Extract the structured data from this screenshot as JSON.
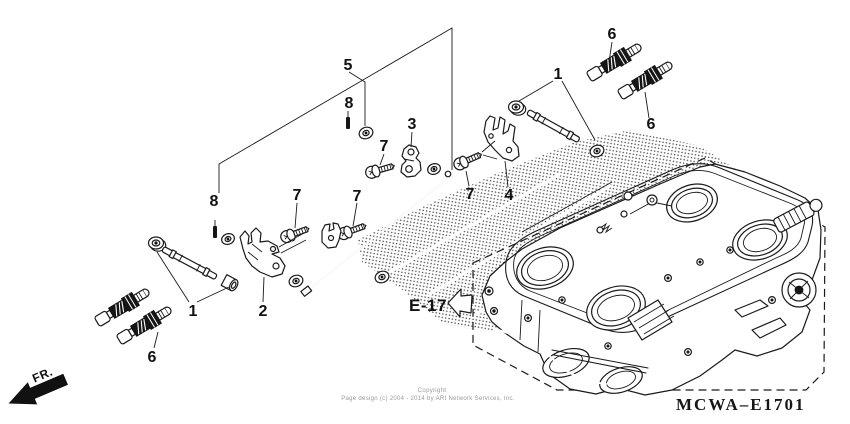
{
  "diagram": {
    "code": "MCWA–E1701",
    "section_ref": "E-17",
    "direction": "FR.",
    "copyright": {
      "line1": "Copyright",
      "line2": "Page design (c) 2004 - 2014 by ARI Network Services, Inc."
    },
    "colors": {
      "ink": "#1a1a1a",
      "background": "#ffffff",
      "muted": "#9a9a9a"
    },
    "part_labels": [
      {
        "part": "5"
      },
      {
        "part": "8"
      },
      {
        "part": "3"
      },
      {
        "part": "7"
      },
      {
        "part": "8"
      },
      {
        "part": "7"
      },
      {
        "part": "7"
      },
      {
        "part": "7"
      },
      {
        "part": "4"
      },
      {
        "part": "1"
      },
      {
        "part": "6"
      },
      {
        "part": "6"
      },
      {
        "part": "1"
      },
      {
        "part": "2"
      },
      {
        "part": "6"
      }
    ]
  }
}
